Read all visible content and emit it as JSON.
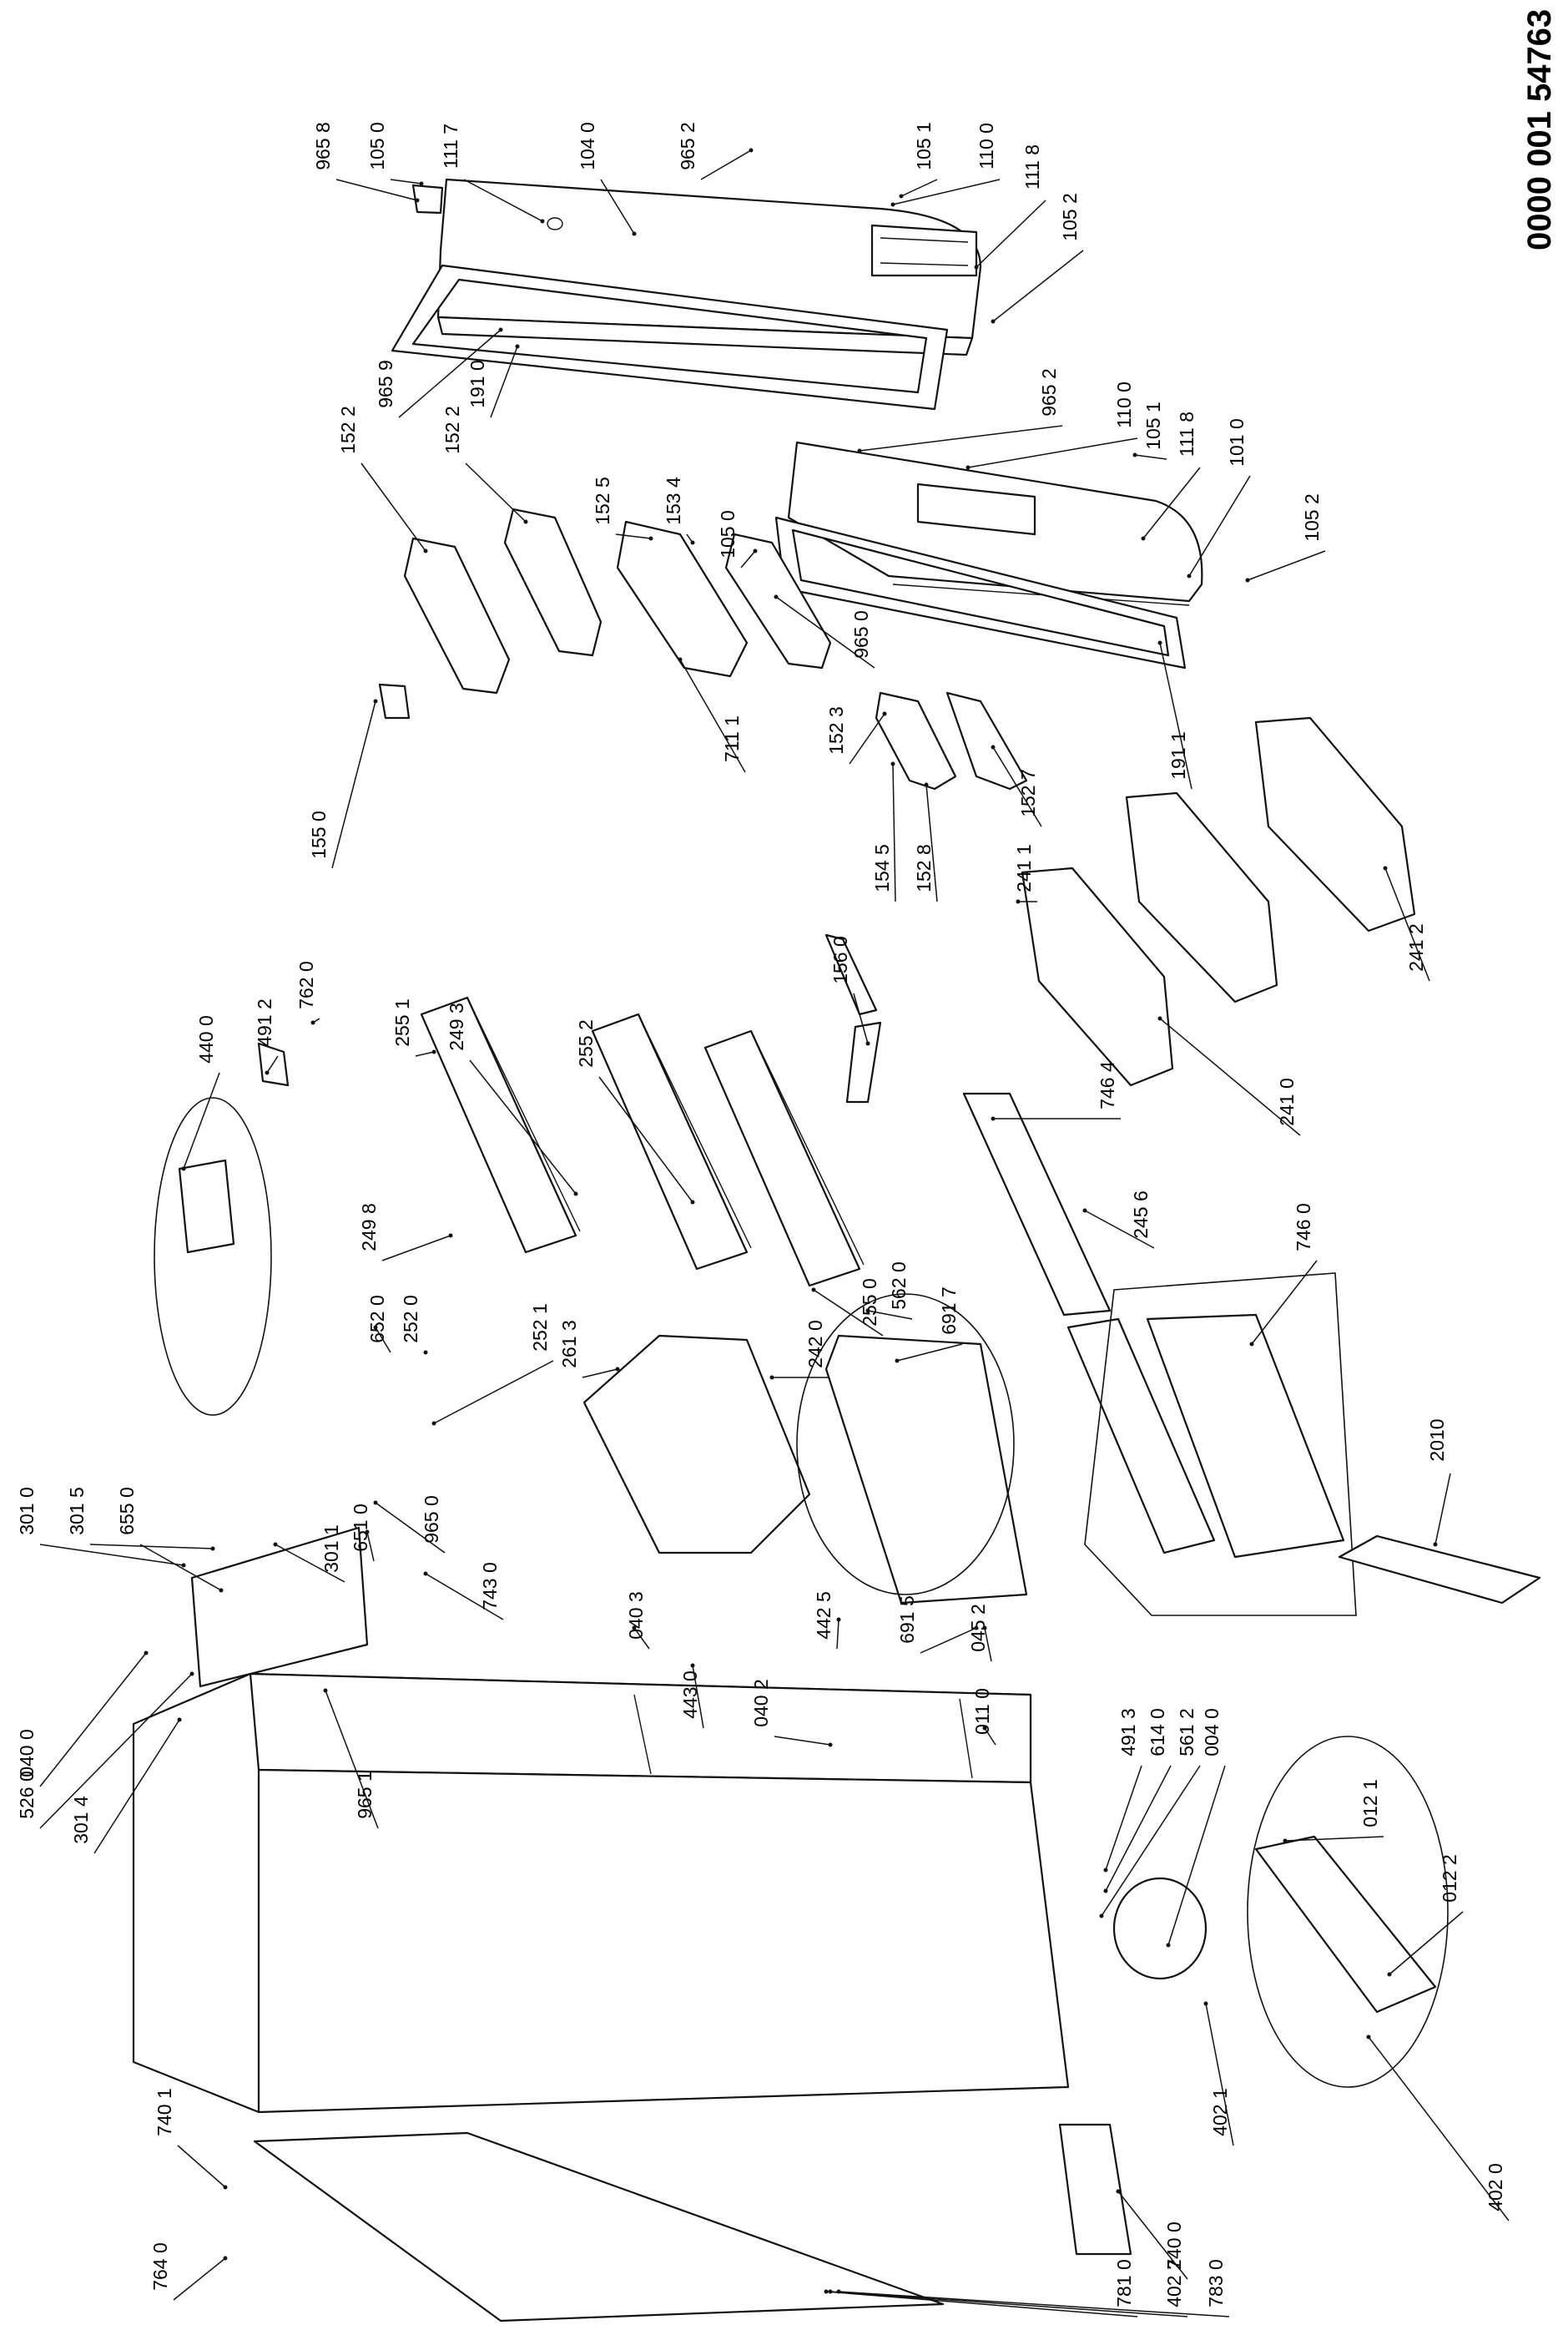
{
  "document_number": "0000 001 54763",
  "part_labels": [
    "965 8",
    "105 0",
    "111 7",
    "104 0",
    "965 2",
    "105 1",
    "110 0",
    "111 8",
    "105 2",
    "965 9",
    "191 0",
    "965 2",
    "110 0",
    "105 1",
    "111 8",
    "101 0",
    "105 2",
    "152 2",
    "152 2",
    "152 5",
    "153 4",
    "105 0",
    "965 0",
    "191 1",
    "711 1",
    "152 3",
    "154 5",
    "152 8",
    "152 7",
    "155 0",
    "156 0",
    "241 1",
    "241 2",
    "241 0",
    "762 0",
    "491 2",
    "440 0",
    "255 1",
    "249 3",
    "255 2",
    "249 8",
    "255 0",
    "562 0",
    "746 4",
    "245 6",
    "746 0",
    "691 7",
    "2010",
    "652 0",
    "252 0",
    "252 1",
    "261 3",
    "242 0",
    "301 0",
    "301 5",
    "655 0",
    "301 1",
    "651 0",
    "965 0",
    "743 0",
    "040 3",
    "442 5",
    "691 5",
    "045 2",
    "040 0",
    "526 0",
    "301 4",
    "965 1",
    "443 0",
    "040 2",
    "011 0",
    "491 3",
    "614 0",
    "561 2",
    "004 0",
    "012 1",
    "012 2",
    "402 0",
    "402 1",
    "740 0",
    "740 1",
    "764 0",
    "781 0",
    "402 2",
    "783 0"
  ]
}
